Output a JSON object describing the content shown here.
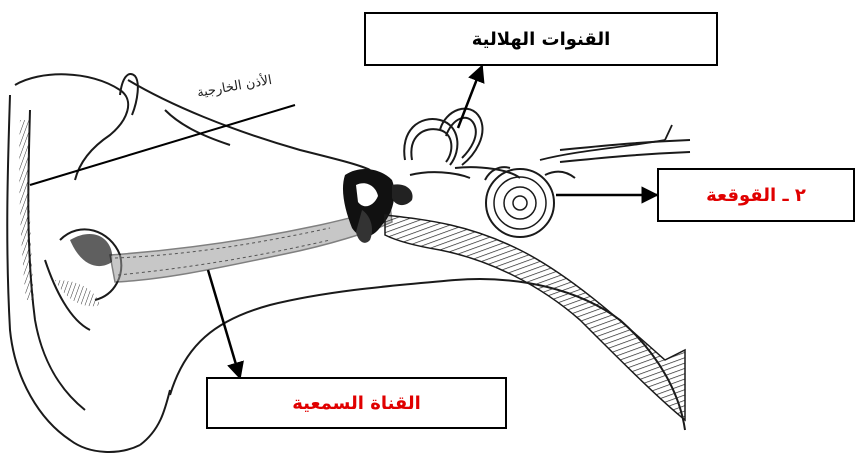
{
  "labels": {
    "semicircular_canals": "القنوات الهلالية",
    "cochlea": "٢ ـ القوقعة",
    "ear_canal": "القناة السمعية",
    "outer_ear": "الأذن الخارجية"
  },
  "colors": {
    "label_default": "#000000",
    "label_highlight": "#e00000",
    "drawing_ink": "#1a1a1a",
    "background": "#ffffff"
  },
  "icons": [
    "arrow-up-icon",
    "arrow-left-icon",
    "arrow-down-icon"
  ]
}
